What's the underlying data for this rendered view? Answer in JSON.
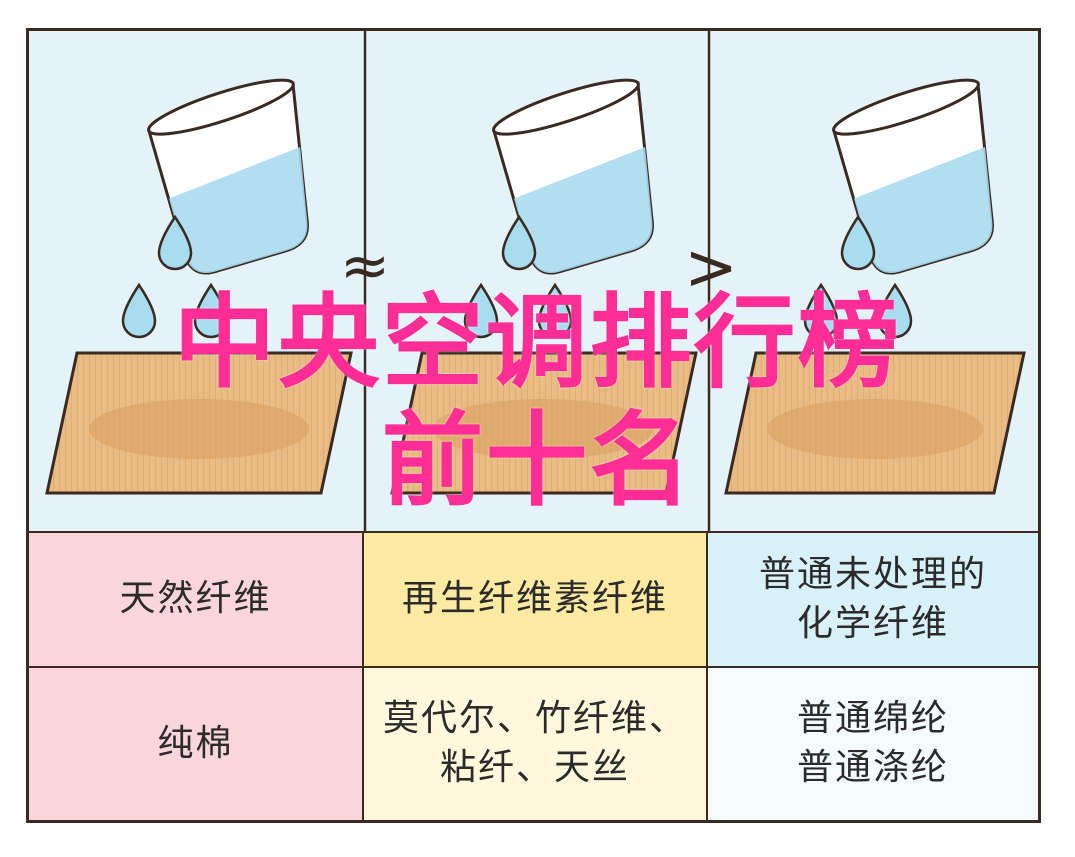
{
  "title": {
    "line1": "中央空调排行榜",
    "line2": "前十名"
  },
  "comparisons": [
    "≈",
    ">"
  ],
  "table": {
    "columns": [
      {
        "type": "天然纤维",
        "examples": "纯棉"
      },
      {
        "type": "再生纤维素纤维",
        "examples": "莫代尔、竹纤维、\n粘纤、天丝"
      },
      {
        "type": "普通未处理的\n化学纤维",
        "examples": "普通绵纶\n普通涤纶"
      }
    ]
  },
  "colors": {
    "panel_bg": "#e4f3f8",
    "water": "#a8dcef",
    "board": "#e8bc84",
    "row1_col1": "#fbd5dc",
    "row1_col2": "#fce9a2",
    "row1_col3": "#d8f0f8",
    "title": "#ff2d95",
    "outline": "#3a2a22"
  },
  "icons": [
    "cup-icon",
    "water-drop-icon",
    "absorbent-board-icon"
  ]
}
